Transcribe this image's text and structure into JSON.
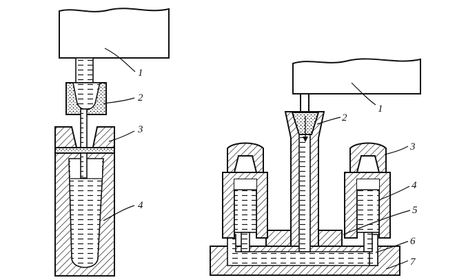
{
  "left_labels": [
    "1",
    "2",
    "3",
    "4"
  ],
  "right_labels": [
    "1",
    "2",
    "3",
    "4",
    "5",
    "6",
    "7"
  ],
  "colors": {
    "ink": "#111111",
    "paper": "#ffffff"
  }
}
